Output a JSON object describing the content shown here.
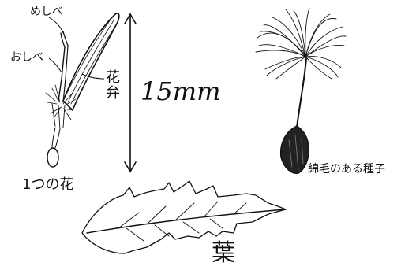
{
  "labels": {
    "pistil": "めしべ",
    "stamen": "おしべ",
    "petal": "花弁",
    "length": "15mm",
    "one_flower": "1つの花",
    "seed": "綿毛のある種子",
    "leaf": "葉"
  }
}
